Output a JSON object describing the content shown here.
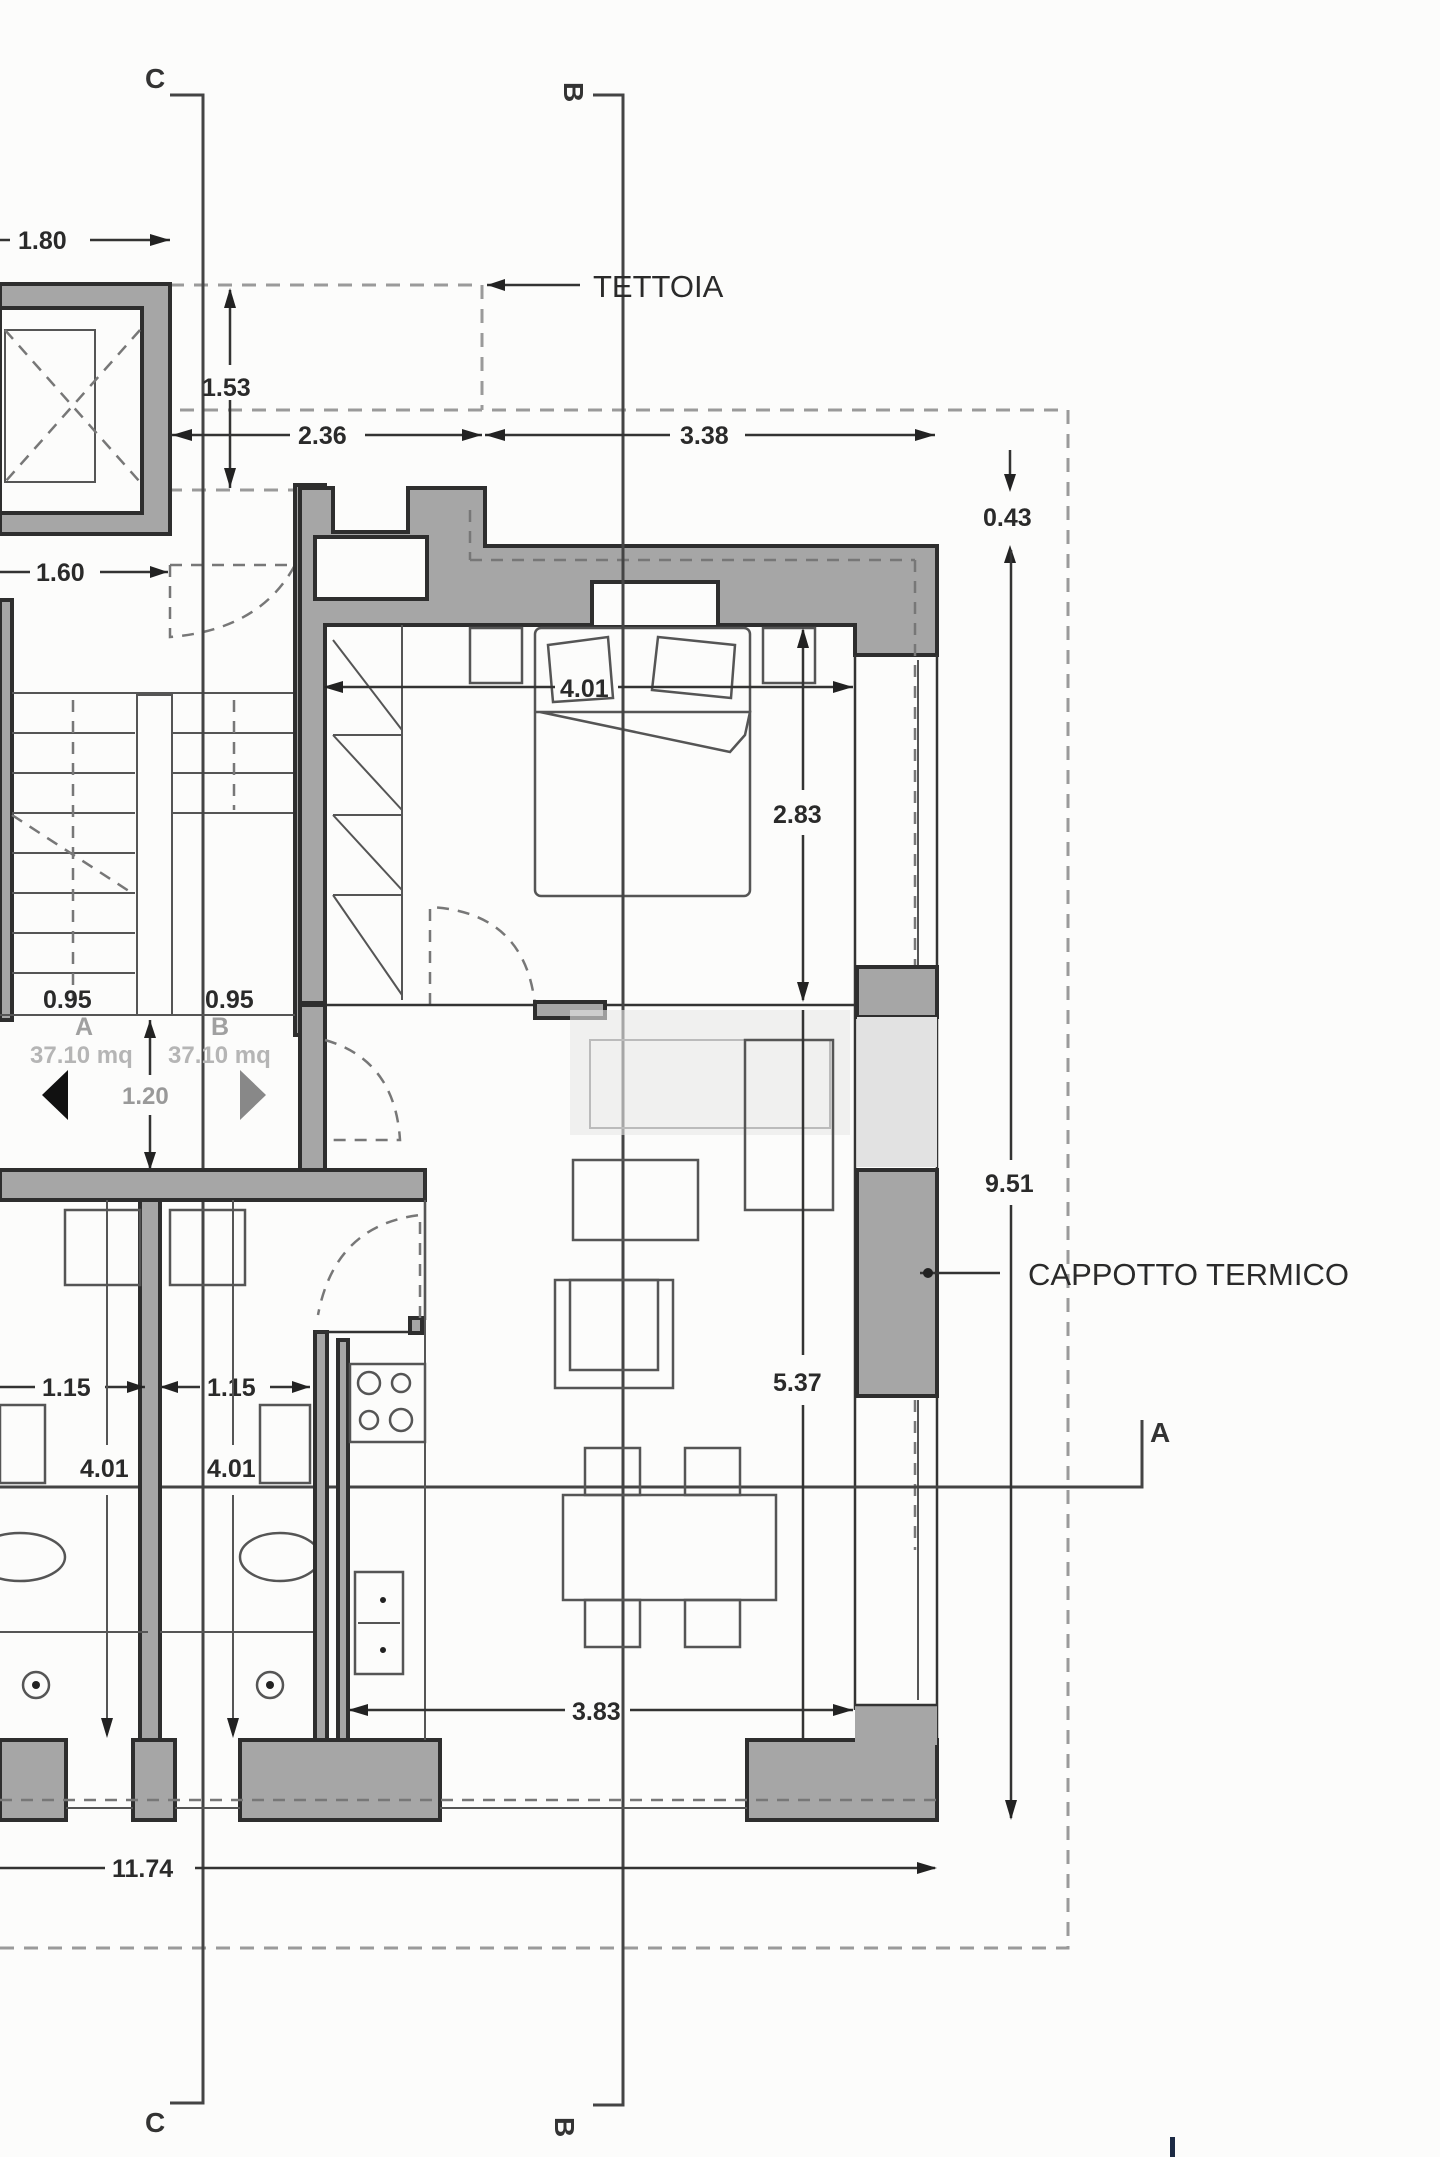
{
  "plan": {
    "section_markers": {
      "c_top": "C",
      "b_top": "B",
      "c_bottom": "C",
      "b_bottom": "B",
      "a_right": "A"
    },
    "labels": {
      "canopy": "TETTOIA",
      "insulation": "CAPPOTTO TERMICO"
    },
    "dimensions": {
      "top_left_width": "1.80",
      "canopy_depth": "1.53",
      "canopy_span_left": "2.36",
      "canopy_span_right": "3.38",
      "landing_width": "1.60",
      "top_offset": "0.43",
      "bedroom_width": "4.01",
      "bedroom_depth": "2.83",
      "corridor_a_width": "0.95",
      "corridor_b_width": "0.95",
      "landing_depth": "1.20",
      "total_depth": "9.51",
      "living_depth": "5.37",
      "bath_a_width": "1.15",
      "bath_b_width": "1.15",
      "bath_a_length": "4.01",
      "bath_b_length": "4.01",
      "living_width": "3.83",
      "total_width": "11.74"
    },
    "units": {
      "unit_a": {
        "name": "A",
        "area": "37.10 mq"
      },
      "unit_b": {
        "name": "B",
        "area": "37.10 mq"
      }
    },
    "colors": {
      "wall_fill": "#a6a6a6",
      "line": "#333333",
      "background": "#fcfcfb"
    }
  }
}
